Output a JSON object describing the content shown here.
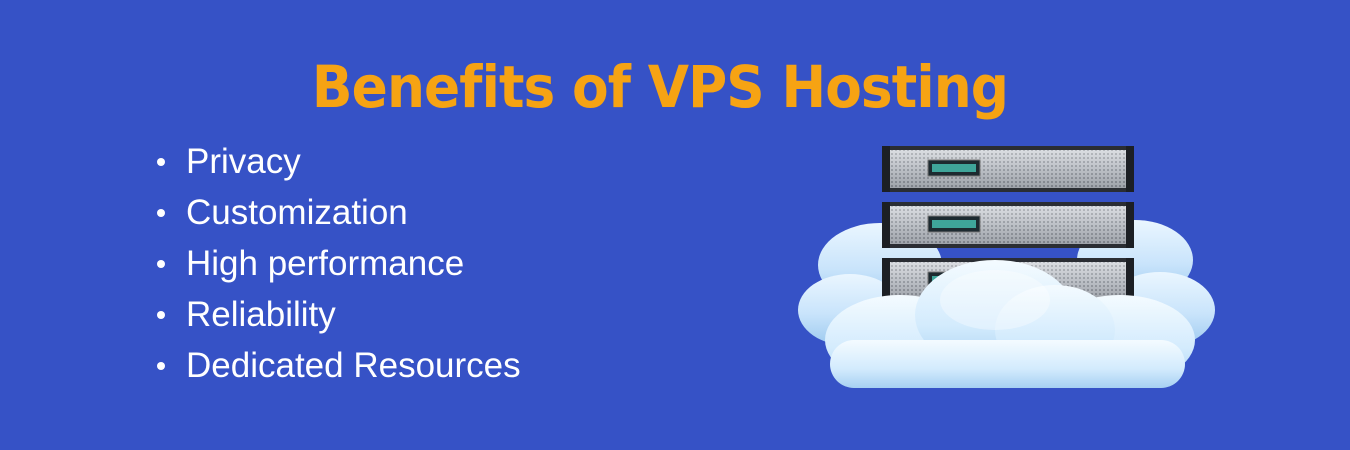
{
  "title": "Benefits of VPS Hosting",
  "benefits": [
    "Privacy",
    "Customization",
    "High performance",
    "Reliability",
    "Dedicated Resources"
  ],
  "colors": {
    "background": "#3652c6",
    "title": "#f6a313",
    "text": "#ffffff"
  },
  "illustration": {
    "icon": "server-cloud-icon",
    "server_units": 3
  }
}
